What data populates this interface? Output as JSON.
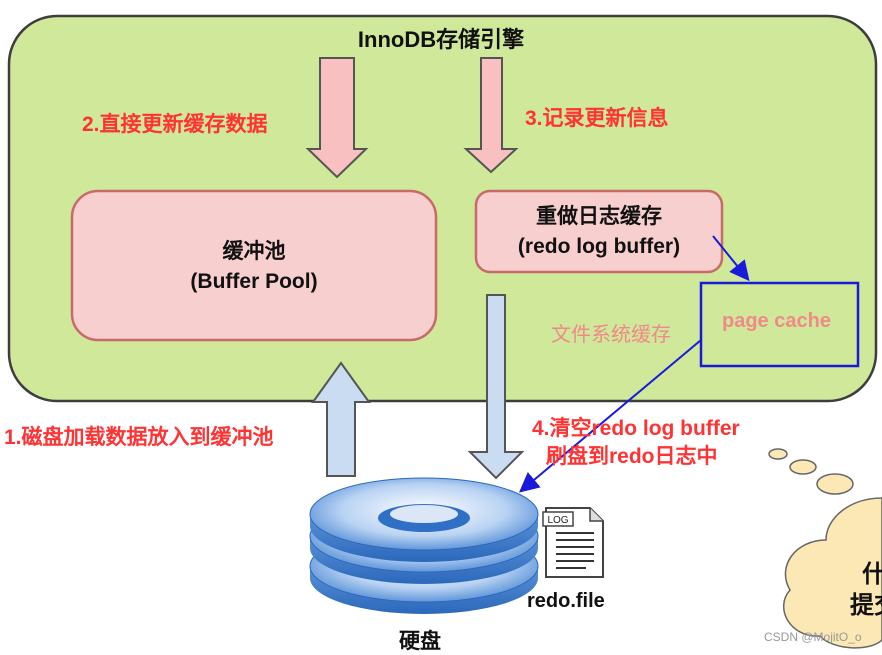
{
  "engine": {
    "title": "InnoDB存储引擎"
  },
  "steps": {
    "step1": "1.磁盘加载数据放入到缓冲池",
    "step2": "2.直接更新缓存数据",
    "step3": "3.记录更新信息",
    "step4_line1": "4.清空redo log buffer",
    "step4_line2": "刷盘到redo日志中"
  },
  "buffer_pool": {
    "line1": "缓冲池",
    "line2": "(Buffer Pool)"
  },
  "redo_buffer": {
    "line1": "重做日志缓存",
    "line2": "(redo log buffer)"
  },
  "page_cache": {
    "label": "page cache",
    "fs_label": "文件系统缓存"
  },
  "disk": {
    "label": "硬盘",
    "file_label": "redo.file",
    "file_tag": "LOG"
  },
  "cloud": {
    "line1": "什",
    "line2": "提交"
  },
  "credit": "CSDN @MojitO_o",
  "colors": {
    "engine_fill": "#cfe89a",
    "box_fill": "#f8cfcf",
    "box_stroke": "#c76a6a",
    "red_text": "#ff3333",
    "pink_arrow": "#f8c0c0",
    "blue_arrow": "#c9dcf2",
    "page_cache_border": "#1a1adb",
    "cloud_fill": "#fbe8b5"
  }
}
